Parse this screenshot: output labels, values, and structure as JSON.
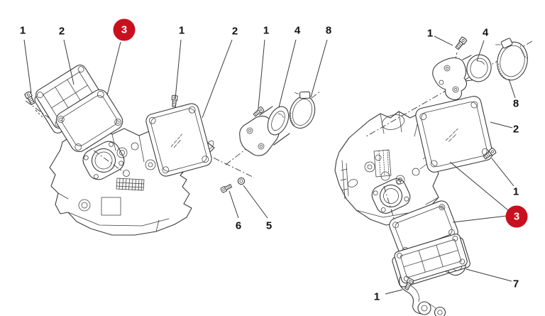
{
  "diagram": {
    "type": "exploded-parts-diagram",
    "subject": "engine intake manifold covers and gaskets, two exploded views",
    "colors": {
      "bg": "#ffffff",
      "line": "#3a3a3a",
      "label": "#111111",
      "badge": "#c8101e",
      "badge_text": "#ffffff"
    },
    "callouts": [
      {
        "label": "1",
        "view": "left",
        "badge": false
      },
      {
        "label": "2",
        "view": "left",
        "badge": false
      },
      {
        "label": "3",
        "view": "left",
        "badge": true
      },
      {
        "label": "1",
        "view": "left",
        "badge": false
      },
      {
        "label": "2",
        "view": "left",
        "badge": false
      },
      {
        "label": "1",
        "view": "left",
        "badge": false
      },
      {
        "label": "4",
        "view": "left",
        "badge": false
      },
      {
        "label": "8",
        "view": "left",
        "badge": false
      },
      {
        "label": "6",
        "view": "left",
        "badge": false
      },
      {
        "label": "5",
        "view": "left",
        "badge": false
      },
      {
        "label": "1",
        "view": "right",
        "badge": false
      },
      {
        "label": "4",
        "view": "right",
        "badge": false
      },
      {
        "label": "8",
        "view": "right",
        "badge": false
      },
      {
        "label": "2",
        "view": "right",
        "badge": false
      },
      {
        "label": "1",
        "view": "right",
        "badge": false
      },
      {
        "label": "3",
        "view": "right",
        "badge": true
      },
      {
        "label": "7",
        "view": "right",
        "badge": false
      },
      {
        "label": "1",
        "view": "right",
        "badge": false
      }
    ]
  }
}
